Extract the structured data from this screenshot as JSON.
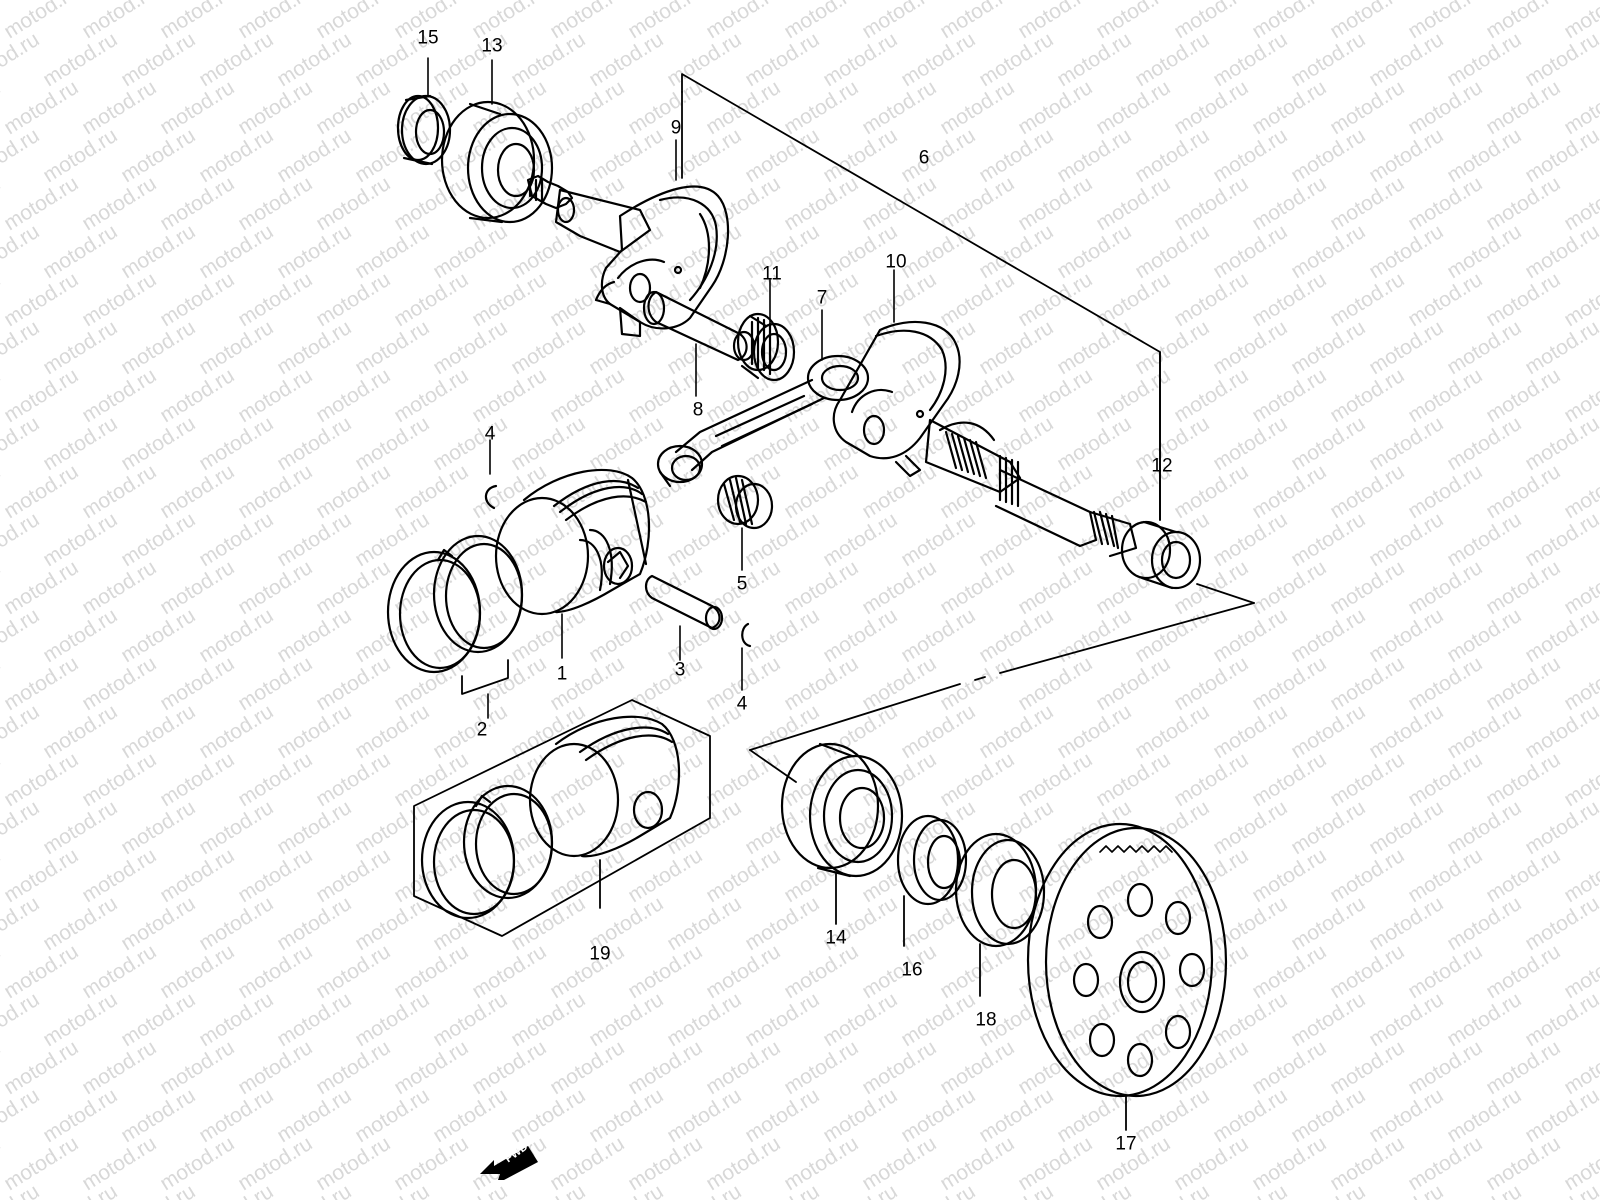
{
  "watermark": {
    "text": "motod.ru"
  },
  "fwd_indicator": {
    "label": "FWD"
  },
  "parts": [
    {
      "id": "1",
      "label": "1"
    },
    {
      "id": "2",
      "label": "2"
    },
    {
      "id": "3",
      "label": "3"
    },
    {
      "id": "4a",
      "label": "4"
    },
    {
      "id": "4b",
      "label": "4"
    },
    {
      "id": "5",
      "label": "5"
    },
    {
      "id": "6",
      "label": "6"
    },
    {
      "id": "7",
      "label": "7"
    },
    {
      "id": "8",
      "label": "8"
    },
    {
      "id": "9",
      "label": "9"
    },
    {
      "id": "10",
      "label": "10"
    },
    {
      "id": "11",
      "label": "11"
    },
    {
      "id": "12",
      "label": "12"
    },
    {
      "id": "13",
      "label": "13"
    },
    {
      "id": "14",
      "label": "14"
    },
    {
      "id": "15",
      "label": "15"
    },
    {
      "id": "16",
      "label": "16"
    },
    {
      "id": "17",
      "label": "17"
    },
    {
      "id": "18",
      "label": "18"
    },
    {
      "id": "19",
      "label": "19"
    }
  ]
}
